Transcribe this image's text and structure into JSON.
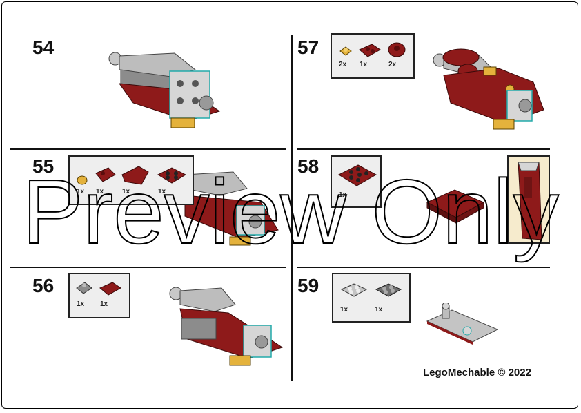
{
  "steps": [
    {
      "number": "54",
      "parts": []
    },
    {
      "number": "55",
      "parts": [
        {
          "qty": "1x",
          "icon": "tan-round-plate-icon"
        },
        {
          "qty": "1x",
          "icon": "dark-red-1x2-plate-icon"
        },
        {
          "qty": "1x",
          "icon": "dark-red-wedge-plate-icon"
        },
        {
          "qty": "1x",
          "icon": "dark-red-2x2-plate-icon"
        }
      ]
    },
    {
      "number": "56",
      "parts": [
        {
          "qty": "1x",
          "icon": "gray-clip-plate-icon"
        },
        {
          "qty": "1x",
          "icon": "dark-red-1x2-tile-icon"
        }
      ]
    },
    {
      "number": "57",
      "parts": [
        {
          "qty": "2x",
          "icon": "tan-1x1-round-icon"
        },
        {
          "qty": "1x",
          "icon": "dark-red-1x2-plate-icon"
        },
        {
          "qty": "2x",
          "icon": "dark-red-round-plate-icon"
        }
      ]
    },
    {
      "number": "58",
      "parts": [
        {
          "qty": "1x",
          "icon": "dark-red-2x3-plate-icon"
        }
      ]
    },
    {
      "number": "59",
      "parts": [
        {
          "qty": "1x",
          "icon": "light-gray-2x2-plate-icon"
        },
        {
          "qty": "1x",
          "icon": "dark-gray-2x2-plate-icon"
        }
      ]
    }
  ],
  "footer": {
    "copyright": "LegoMechable © 2022"
  },
  "watermark": {
    "text": "Preview Only"
  },
  "colors": {
    "dark_red": "#8e1a1a",
    "light_gray": "#c4c4c4",
    "dark_gray": "#6e6e6e",
    "tan": "#e4b23c",
    "callout_bg": "#eeeeee",
    "inset_bg": "#f6ebcd"
  }
}
